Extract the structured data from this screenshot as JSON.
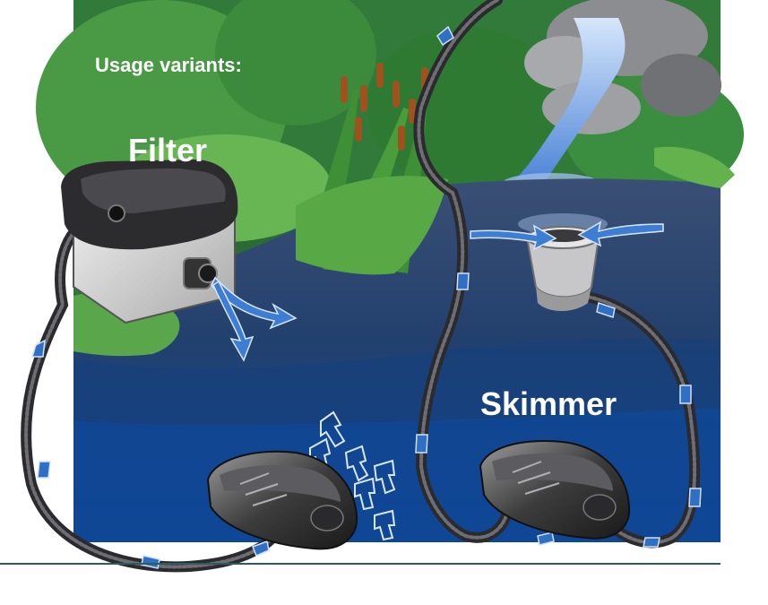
{
  "header": {
    "caption": "Usage variants:"
  },
  "labels": {
    "filter": "Filter",
    "skimmer": "Skimmer"
  },
  "colors": {
    "sky": "#2d6b32",
    "grass_dark": "#2f7a32",
    "grass_light": "#5fb14a",
    "pond_surface": "#2d3f63",
    "pond_deep": "#0e3d86",
    "hose": "#2f2f33",
    "arrow": "#2f6fc4",
    "water_flow": "#5b8fd6"
  },
  "icons": [
    "pump-icon",
    "filter-box-icon",
    "skimmer-icon",
    "waterfall-icon",
    "reeds-icon",
    "flow-arrow-icon"
  ]
}
